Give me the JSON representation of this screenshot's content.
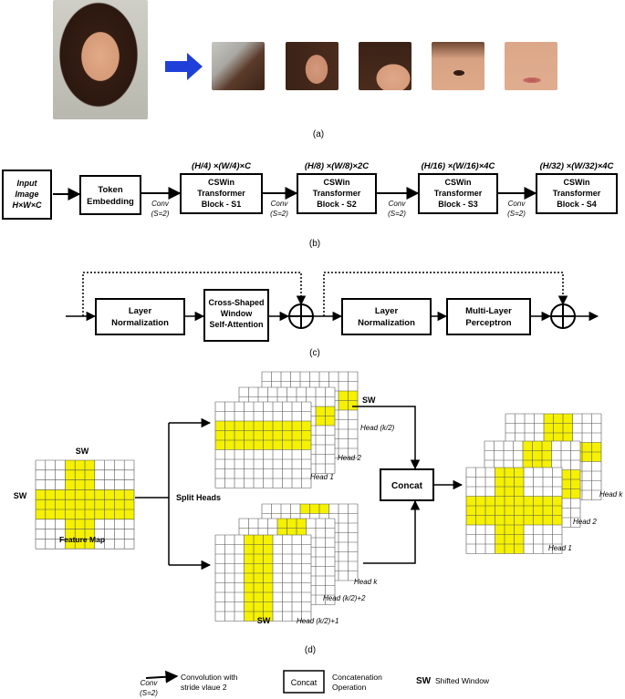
{
  "panel_a": {
    "caption": "(a)"
  },
  "panel_b": {
    "caption": "(b)",
    "input": [
      "Input",
      "Image",
      "H×W×C"
    ],
    "token": [
      "Token",
      "Embedding"
    ],
    "blocks": [
      {
        "lines": [
          "CSWin",
          "Transformer",
          "Block - S1"
        ],
        "dim": "(H/4) ×(W/4)×C"
      },
      {
        "lines": [
          "CSWin",
          "Transformer",
          "Block - S2"
        ],
        "dim": "(H/8) ×(W/8)×2C"
      },
      {
        "lines": [
          "CSWin",
          "Transformer",
          "Block - S3"
        ],
        "dim": "(H/16) ×(W/16)×4C"
      },
      {
        "lines": [
          "CSWin",
          "Transformer",
          "Block - S4"
        ],
        "dim": "(H/32) ×(W/32)×4C"
      }
    ],
    "conv": [
      "Conv",
      "(S=2)"
    ]
  },
  "panel_c": {
    "caption": "(c)",
    "ln1": [
      "Layer",
      "Normalization"
    ],
    "attn": [
      "Cross-Shaped",
      "Window",
      "Self-Attention"
    ],
    "ln2": [
      "Layer",
      "Normalization"
    ],
    "mlp": [
      "Multi-Layer",
      "Perceptron"
    ]
  },
  "panel_d": {
    "caption": "(d)",
    "sw": "SW",
    "feature_map": "Feature Map",
    "split_heads": "Split Heads",
    "concat": "Concat",
    "heads_top": [
      "Head 1",
      "Head 2",
      "Head (k/2)"
    ],
    "heads_bottom": [
      "Head (k/2)+1",
      "Head (k/2)+2",
      "Head k"
    ],
    "heads_out": [
      "Head 1",
      "Head 2",
      "Head k"
    ]
  },
  "legend": {
    "conv": [
      "Conv",
      "(S=2)"
    ],
    "conv_desc": [
      "Convolution with",
      "stride vlaue 2"
    ],
    "concat": "Concat",
    "concat_desc": [
      "Concatenation",
      "Operation"
    ],
    "sw": "SW",
    "sw_desc": "Shifted Window"
  },
  "colors": {
    "highlight": "#f5f100",
    "arrow": "#1f3fd8"
  }
}
